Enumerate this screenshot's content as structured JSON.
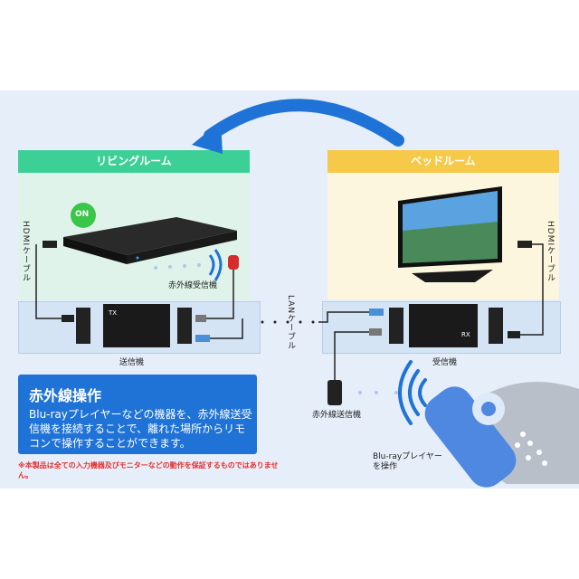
{
  "living_room": {
    "title": "リビングルーム",
    "on_badge": "ON",
    "ir_receiver_label": "赤外線受信機",
    "hdmi_label": "HDMIケーブル",
    "unit_label": "送信機",
    "unit_tag": "TX"
  },
  "bedroom": {
    "title": "ベッドルーム",
    "hdmi_label": "HDMIケーブル",
    "unit_label": "受信機",
    "unit_tag": "RX",
    "ir_transmitter_label": "赤外線送信機"
  },
  "lan_label": "LANケーブル",
  "info": {
    "title": "赤外線操作",
    "body": "Blu-rayプレイヤーなどの機器を、赤外線送受信機を接続することで、離れた場所からリモコンで操作することができます。"
  },
  "operate_label_1": "Blu-rayプレイヤー",
  "operate_label_2": "を操作",
  "note": "※本製品は全ての入力機器及びモニターなどの動作を保証するものではありません。",
  "colors": {
    "living_header": "#3ccf96",
    "bedroom_header": "#f7c948",
    "accent": "#1f73d6",
    "panel": "#e6eef9"
  }
}
